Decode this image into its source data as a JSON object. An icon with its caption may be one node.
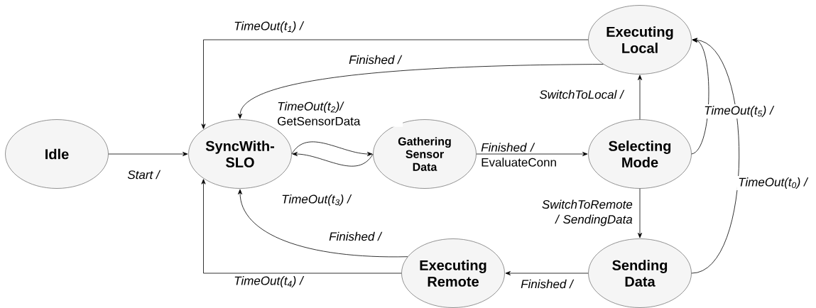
{
  "diagram": {
    "nodes": [
      {
        "text": [
          "Executing Local"
        ]
      },
      {
        "text": [
          "Idle"
        ]
      },
      {
        "text": [
          "SyncWith- SLO"
        ]
      },
      {
        "text": [
          "Gathering Sensor Data"
        ]
      },
      {
        "text": [
          "Selecting Mode"
        ]
      },
      {
        "text": [
          "Executing Remote"
        ]
      },
      {
        "text": [
          "Sending Data"
        ]
      }
    ],
    "edges": [
      {
        "from": 1,
        "to": 2,
        "arrow": "to",
        "label": "Start /"
      },
      {
        "from": 2,
        "to": 3,
        "arrow": "to",
        "label": "*TimeOut(t$_{2}$)/* GetSensorData"
      },
      {
        "from": 3,
        "to": 2,
        "arrow": "to",
        "label": "TimeOut(t$_{3}$) /"
      },
      {
        "from": 3,
        "to": 4,
        "arrow": "to",
        "label": "*Finished /* EvaluateConn"
      },
      {
        "from": 4,
        "to": 0,
        "arrow": "to",
        "label": "SwitchToLocal /"
      },
      {
        "from": 4,
        "to": 6,
        "arrow": "to",
        "label": "SwitchToRemote / SendingData"
      },
      {
        "from": 6,
        "to": 5,
        "arrow": "to",
        "label": "Finished /"
      },
      {
        "from": 0,
        "to": 2,
        "arrow": "to",
        "label": "TimeOut(t$_{1}$) /"
      },
      {
        "from": 0,
        "to": 2,
        "arrow": "to",
        "label": "Finished /"
      },
      {
        "from": 4,
        "to": 0,
        "arrow": "to",
        "label": "TimeOut(t$_{5}$) /"
      },
      {
        "from": 6,
        "to": 0,
        "arrow": "to",
        "label": "TimeOut(t$_{0}$) /"
      },
      {
        "from": 5,
        "to": 2,
        "arrow": "to",
        "label": "Finished /"
      },
      {
        "from": 5,
        "to": 2,
        "arrow": "to",
        "label": "TimeOut(t$_{4}$) /"
      }
    ]
  }
}
